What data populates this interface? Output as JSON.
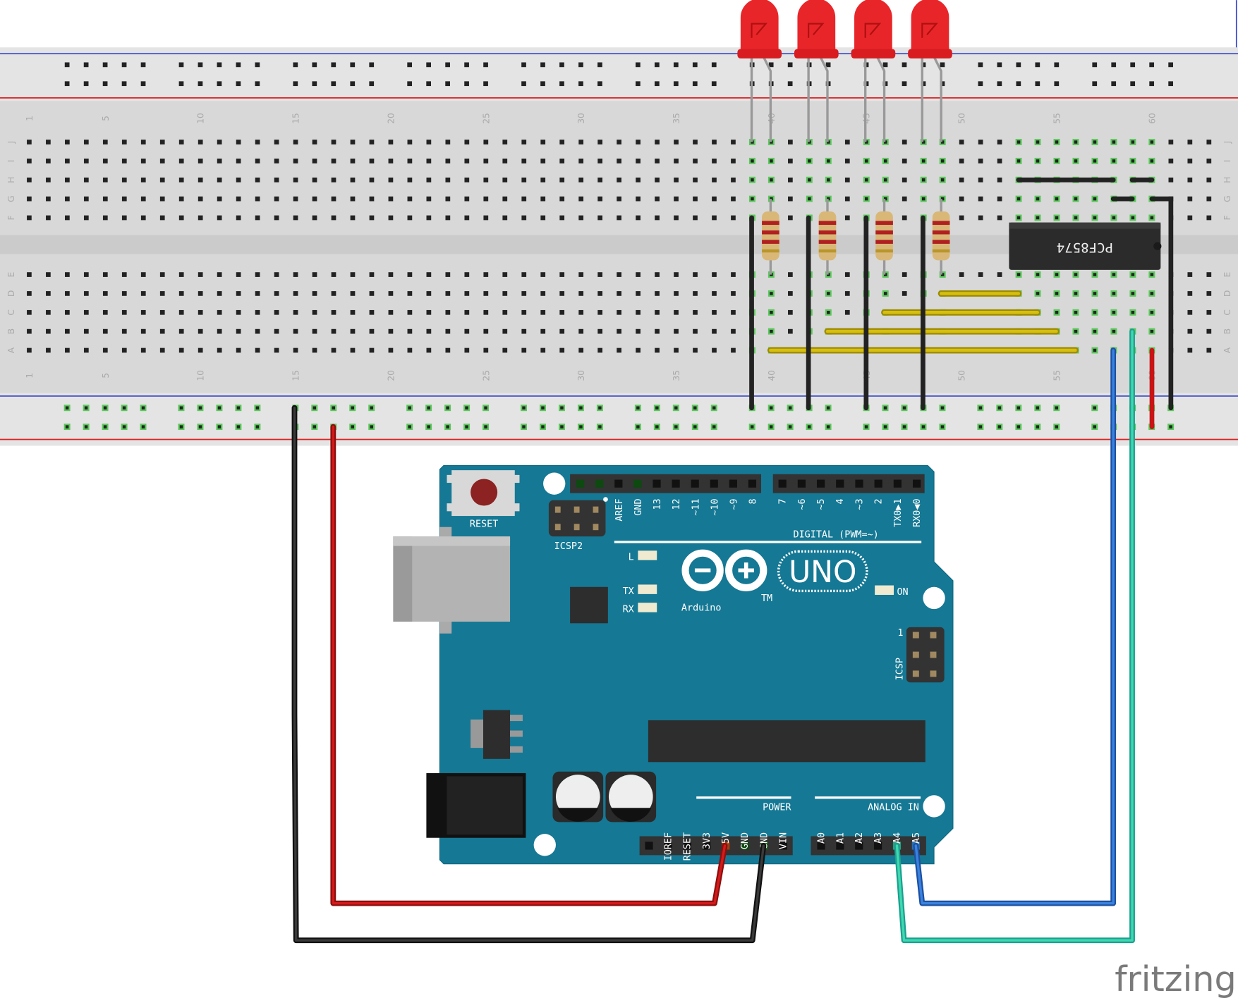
{
  "breadboard": {
    "row_letters_top": [
      "J",
      "I",
      "H",
      "G",
      "F"
    ],
    "row_letters_bottom": [
      "E",
      "D",
      "C",
      "B",
      "A"
    ],
    "column_numbers": [
      "1",
      "5",
      "10",
      "15",
      "20",
      "25",
      "30",
      "35",
      "40",
      "45",
      "50",
      "55",
      "60"
    ]
  },
  "ic": {
    "label": "PCF8574"
  },
  "arduino": {
    "reset_label": "RESET",
    "icsp2_label": "ICSP2",
    "icsp_label": "ICSP",
    "icsp_pin1": "1",
    "digital_label": "DIGITAL (PWM=~)",
    "digital_pins_left": [
      "AREF",
      "GND",
      "13",
      "12",
      "~11",
      "~10",
      "~9",
      "8"
    ],
    "digital_pins_right": [
      "7",
      "~6",
      "~5",
      "4",
      "~3",
      "2",
      "TX0▶1",
      "RX0◀0"
    ],
    "led_labels": {
      "l": "L",
      "tx": "TX",
      "rx": "RX",
      "on": "ON"
    },
    "logo_text": "Arduino",
    "trademark": "TM",
    "model": "UNO",
    "power_label": "POWER",
    "power_pins": [
      "IOREF",
      "RESET",
      "3V3",
      "5V",
      "GND",
      "GND",
      "VIN"
    ],
    "analog_label": "ANALOG IN",
    "analog_pins": [
      "A0",
      "A1",
      "A2",
      "A3",
      "A4",
      "A5"
    ]
  },
  "colors": {
    "board": "#157894",
    "breadboard": "#d9d9d9",
    "wire_red": "#c81414",
    "wire_black": "#222222",
    "wire_blue": "#2a6fd0",
    "wire_teal": "#2cc0a0",
    "wire_yellow": "#c9b000",
    "led": "#e8262a"
  },
  "watermark": "fritzing"
}
